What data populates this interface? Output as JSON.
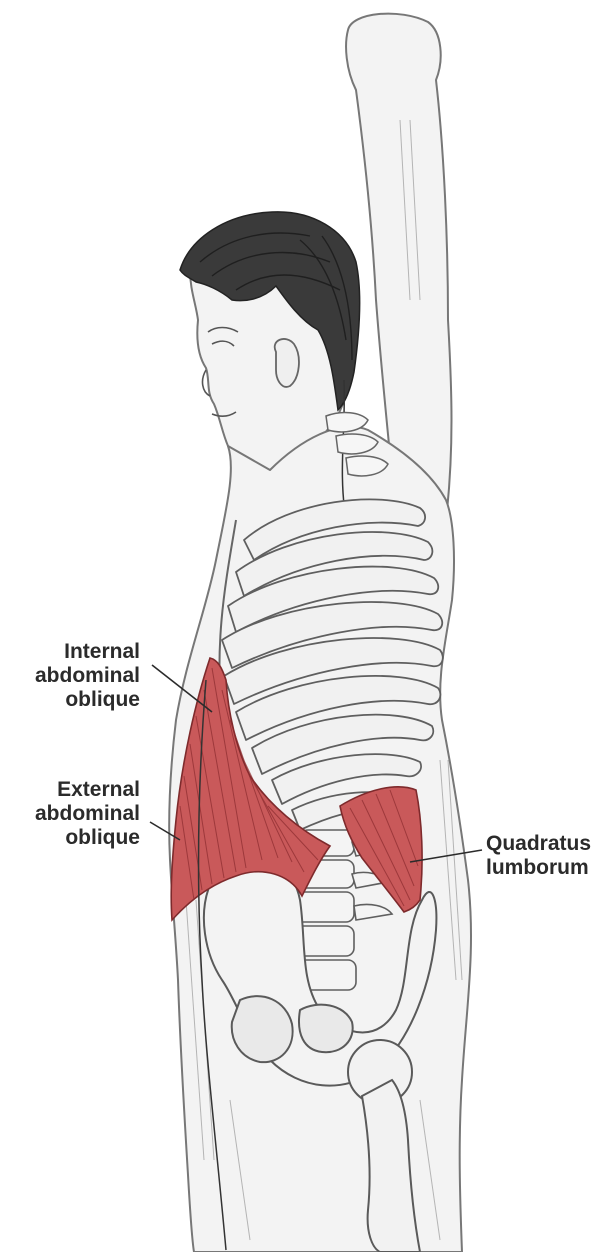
{
  "figure": {
    "labels": {
      "internal_oblique": [
        "Internal",
        "abdominal",
        "oblique"
      ],
      "external_oblique": [
        "External",
        "abdominal",
        "oblique"
      ],
      "quadratus_lumborum": [
        "Quadratus",
        "lumborum"
      ]
    },
    "colors": {
      "muscle_fill": "#c9595a",
      "muscle_fibre": "#8f2e31",
      "pencil": "#6e6e6e",
      "leader_line": "#2b2b2b",
      "label_text": "#2b2b2b"
    }
  }
}
